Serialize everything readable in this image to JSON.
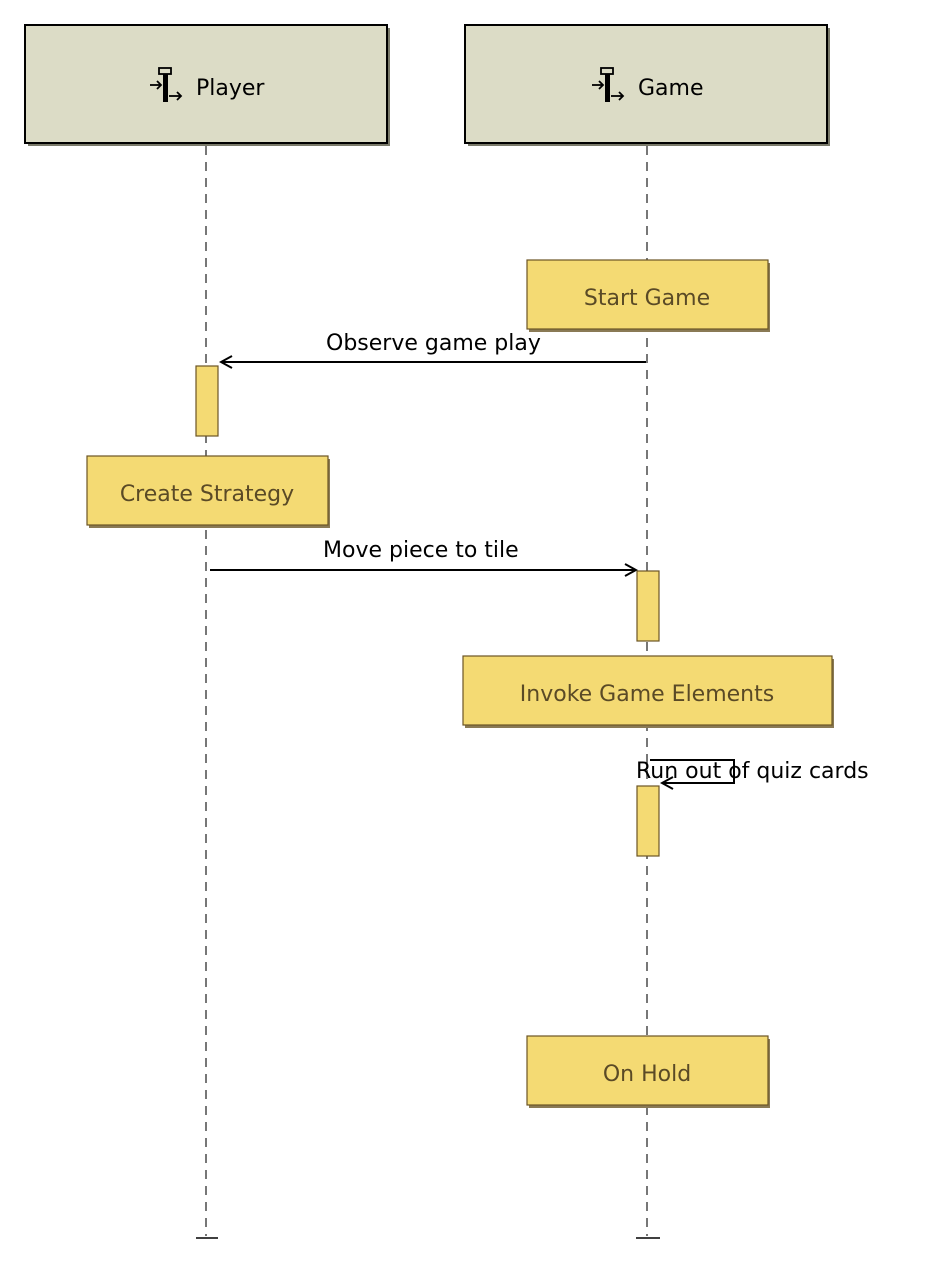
{
  "lifelines": [
    {
      "id": "player",
      "name": "Player",
      "icon": "lifeline-role-icon"
    },
    {
      "id": "game",
      "name": "Game",
      "icon": "lifeline-role-icon"
    }
  ],
  "states": [
    {
      "id": "start-game",
      "label": "Start Game",
      "lifeline": "game"
    },
    {
      "id": "create-strategy",
      "label": "Create Strategy",
      "lifeline": "player"
    },
    {
      "id": "invoke-game-elements",
      "label": "Invoke Game Elements",
      "lifeline": "game"
    },
    {
      "id": "on-hold",
      "label": "On Hold",
      "lifeline": "game"
    }
  ],
  "messages": [
    {
      "id": "observe-game-play",
      "label": "Observe game play",
      "from": "game",
      "to": "player"
    },
    {
      "id": "move-piece-to-tile",
      "label": "Move piece to tile",
      "from": "player",
      "to": "game"
    },
    {
      "id": "run-out-of-quiz-cards",
      "label": "Run out of quiz cards",
      "from": "game",
      "to": "game"
    }
  ],
  "colors": {
    "lifeline_header": "#dcdcc6",
    "state_fill": "#f4da73",
    "state_text": "#5a4a26",
    "lifeline_dash": "#777777"
  }
}
